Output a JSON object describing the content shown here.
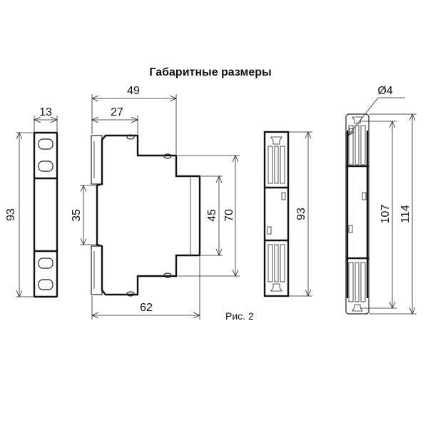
{
  "title": "Габаритные размеры",
  "caption": "Рис. 2",
  "front_view": {
    "width": "13",
    "height": "93"
  },
  "side_view": {
    "depth_total": "49",
    "depth_front": "27",
    "rail": "35",
    "height_inner": "45",
    "height_mid": "70",
    "depth_base": "62"
  },
  "back_view": {
    "height": "93"
  },
  "mount_view": {
    "hole": "Ø4",
    "hole_pitch": "107",
    "height": "114"
  },
  "colors": {
    "line": "#111111",
    "background": "#ffffff"
  }
}
